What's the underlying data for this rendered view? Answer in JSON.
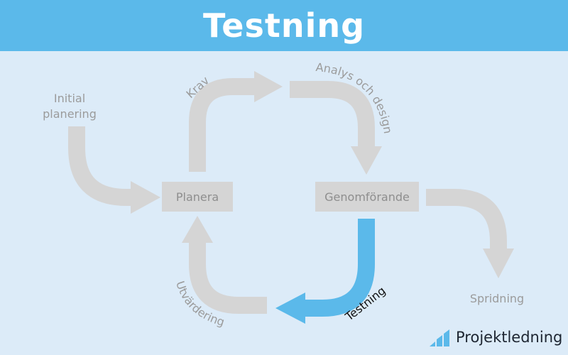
{
  "header": {
    "title": "Testning"
  },
  "nodes": {
    "planera": "Planera",
    "genomforande": "Genomförande"
  },
  "labels": {
    "initial_line1": "Initial",
    "initial_line2": "planering",
    "krav": "Krav",
    "analys": "Analys och design",
    "testning": "Testning",
    "utvardering": "Utvärdering",
    "spridning": "Spridning"
  },
  "brand": {
    "name": "Projektledning"
  },
  "colors": {
    "header": "#5bb9ea",
    "background": "#dcebf8",
    "arrow_inactive": "#d5d5d5",
    "arrow_active": "#5bb9ea",
    "label": "#9b9b9b",
    "active_label": "#111111"
  }
}
